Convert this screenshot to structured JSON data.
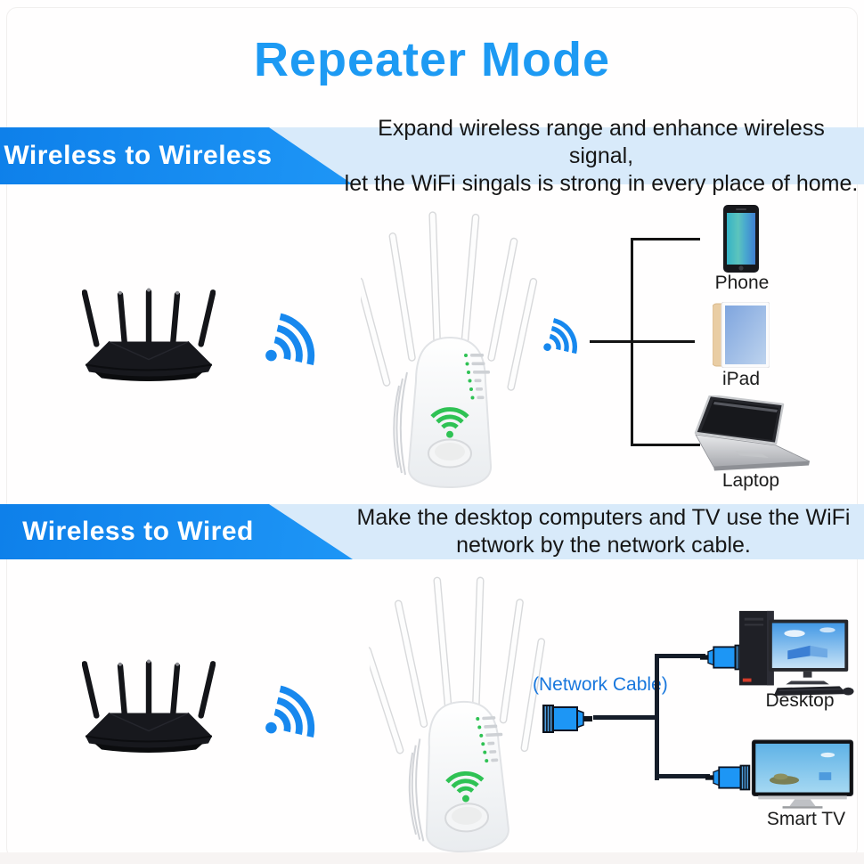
{
  "title": {
    "text": "Repeater Mode"
  },
  "sections": [
    {
      "banner_label": "Wireless to Wireless",
      "description_line1": "Expand wireless range and enhance wireless signal,",
      "description_line2": "let the WiFi singals is strong in every place of home.",
      "devices": [
        {
          "label": "Phone"
        },
        {
          "label": "iPad"
        },
        {
          "label": "Laptop"
        }
      ]
    },
    {
      "banner_label": "Wireless to Wired",
      "description_line1": "Make the desktop computers and TV use the WiFi",
      "description_line2": "network by the network cable.",
      "cable_label": "(Network Cable)",
      "devices": [
        {
          "label": "Desktop"
        },
        {
          "label": "Smart TV"
        }
      ]
    }
  ],
  "repeater": {
    "led_count": 6
  },
  "colors": {
    "title_blue": "#1d9af3",
    "banner_blue": "#1486ee",
    "strip_light_blue": "#d8eafa",
    "wifi_icon_blue": "#1788ee",
    "repeater_green": "#2fc254",
    "cable_label_blue": "#1877dd",
    "connector_blue": "#1d96f5",
    "diagram_line_black": "#141414",
    "cable_line_dark": "#151d29"
  }
}
